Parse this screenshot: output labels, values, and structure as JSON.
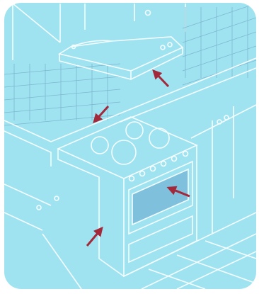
{
  "illustration": {
    "subject": "kitchen-stove-with-range-hood",
    "colors": {
      "background": "#9fe3f1",
      "line": "#f4fdff",
      "tile_grid": "#7fb6cf",
      "window": "#7fc0dc",
      "arrow": "#a3283a"
    },
    "arrows": [
      {
        "name": "arrow-range-hood",
        "target": "range-hood"
      },
      {
        "name": "arrow-back-wall",
        "target": "back-wall"
      },
      {
        "name": "arrow-oven-window",
        "target": "oven-window"
      },
      {
        "name": "arrow-stove-side",
        "target": "stove-side"
      }
    ]
  }
}
